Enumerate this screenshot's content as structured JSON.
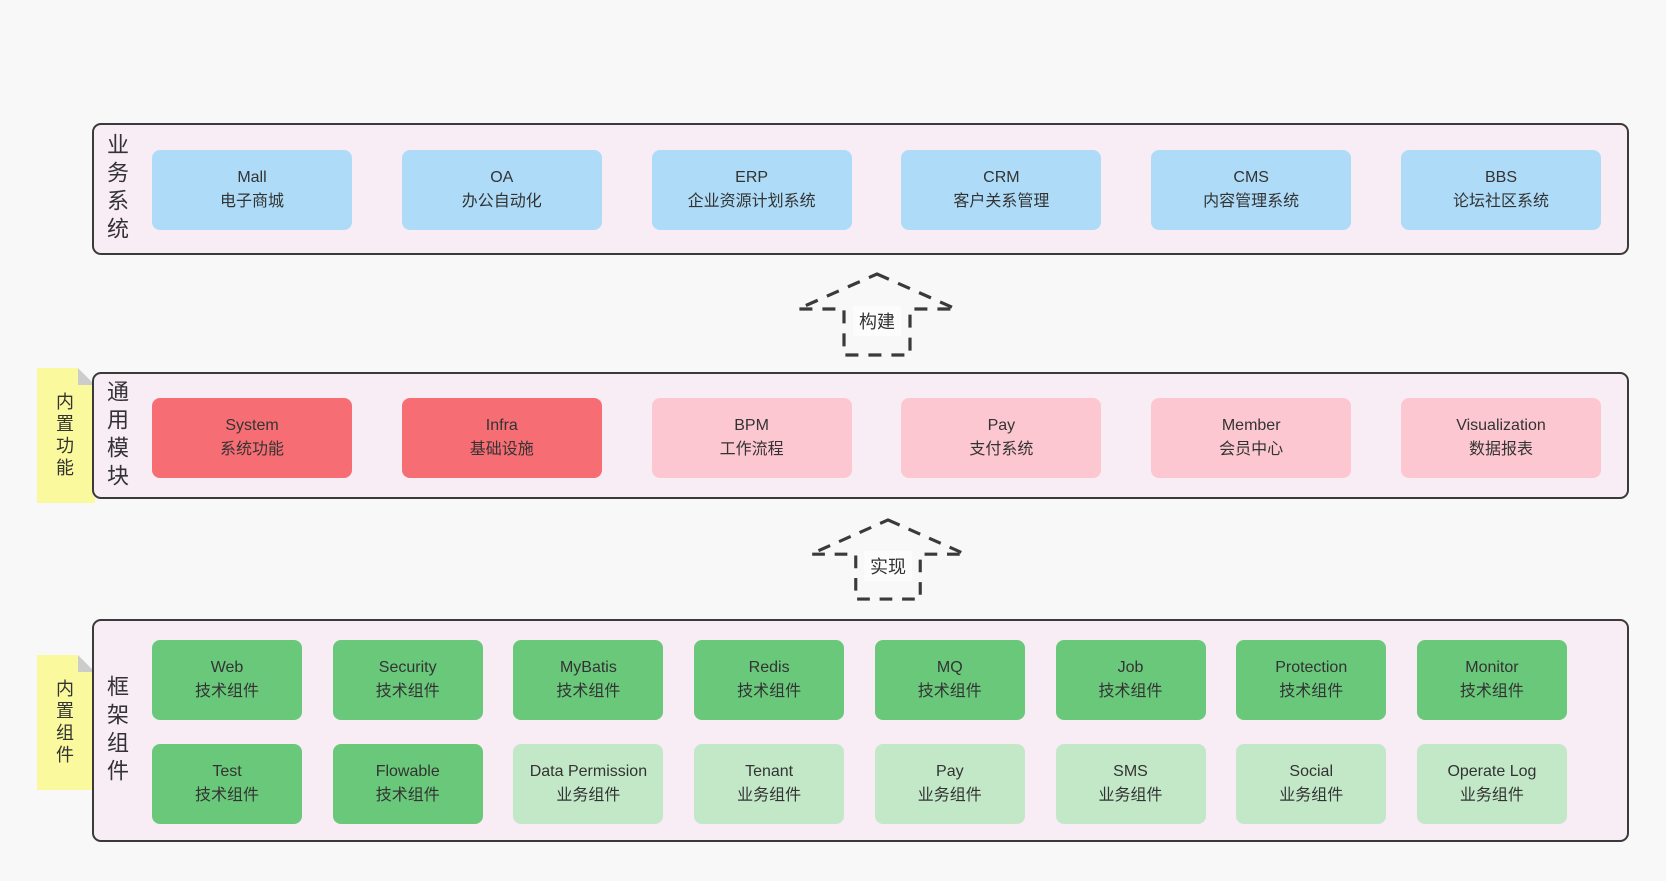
{
  "colors": {
    "bandBg": "#f8ecf5",
    "border": "#3a3a3a",
    "text": "#333333",
    "blue": "#aedcf8",
    "red": "#f66d73",
    "pink": "#fcc7d0",
    "green": "#69c87a",
    "lightgreen": "#c2e8c8",
    "noteYellow": "#fbf99e",
    "noteFold": "#cccccc",
    "arrowDash": "#3a3a3a"
  },
  "bands": {
    "business": {
      "label": "业务系统",
      "boxes": [
        {
          "en": "Mall",
          "zh": "电子商城",
          "variant": "blue"
        },
        {
          "en": "OA",
          "zh": "办公自动化",
          "variant": "blue"
        },
        {
          "en": "ERP",
          "zh": "企业资源计划系统",
          "variant": "blue"
        },
        {
          "en": "CRM",
          "zh": "客户关系管理",
          "variant": "blue"
        },
        {
          "en": "CMS",
          "zh": "内容管理系统",
          "variant": "blue"
        },
        {
          "en": "BBS",
          "zh": "论坛社区系统",
          "variant": "blue"
        }
      ]
    },
    "modules": {
      "label": "通用模块",
      "note": "内置功能",
      "boxes": [
        {
          "en": "System",
          "zh": "系统功能",
          "variant": "red"
        },
        {
          "en": "Infra",
          "zh": "基础设施",
          "variant": "red"
        },
        {
          "en": "BPM",
          "zh": "工作流程",
          "variant": "pink"
        },
        {
          "en": "Pay",
          "zh": "支付系统",
          "variant": "pink"
        },
        {
          "en": "Member",
          "zh": "会员中心",
          "variant": "pink"
        },
        {
          "en": "Visualization",
          "zh": "数据报表",
          "variant": "pink"
        }
      ]
    },
    "framework": {
      "label": "框架组件",
      "note": "内置组件",
      "row1": [
        {
          "en": "Web",
          "zh": "技术组件",
          "variant": "green"
        },
        {
          "en": "Security",
          "zh": "技术组件",
          "variant": "green"
        },
        {
          "en": "MyBatis",
          "zh": "技术组件",
          "variant": "green"
        },
        {
          "en": "Redis",
          "zh": "技术组件",
          "variant": "green"
        },
        {
          "en": "MQ",
          "zh": "技术组件",
          "variant": "green"
        },
        {
          "en": "Job",
          "zh": "技术组件",
          "variant": "green"
        },
        {
          "en": "Protection",
          "zh": "技术组件",
          "variant": "green"
        },
        {
          "en": "Monitor",
          "zh": "技术组件",
          "variant": "green"
        }
      ],
      "row2": [
        {
          "en": "Test",
          "zh": "技术组件",
          "variant": "green"
        },
        {
          "en": "Flowable",
          "zh": "技术组件",
          "variant": "green"
        },
        {
          "en": "Data Permission",
          "zh": "业务组件",
          "variant": "lightgreen"
        },
        {
          "en": "Tenant",
          "zh": "业务组件",
          "variant": "lightgreen"
        },
        {
          "en": "Pay",
          "zh": "业务组件",
          "variant": "lightgreen"
        },
        {
          "en": "SMS",
          "zh": "业务组件",
          "variant": "lightgreen"
        },
        {
          "en": "Social",
          "zh": "业务组件",
          "variant": "lightgreen"
        },
        {
          "en": "Operate Log",
          "zh": "业务组件",
          "variant": "lightgreen"
        }
      ]
    }
  },
  "arrows": {
    "build": {
      "label": "构建"
    },
    "implement": {
      "label": "实现"
    }
  }
}
